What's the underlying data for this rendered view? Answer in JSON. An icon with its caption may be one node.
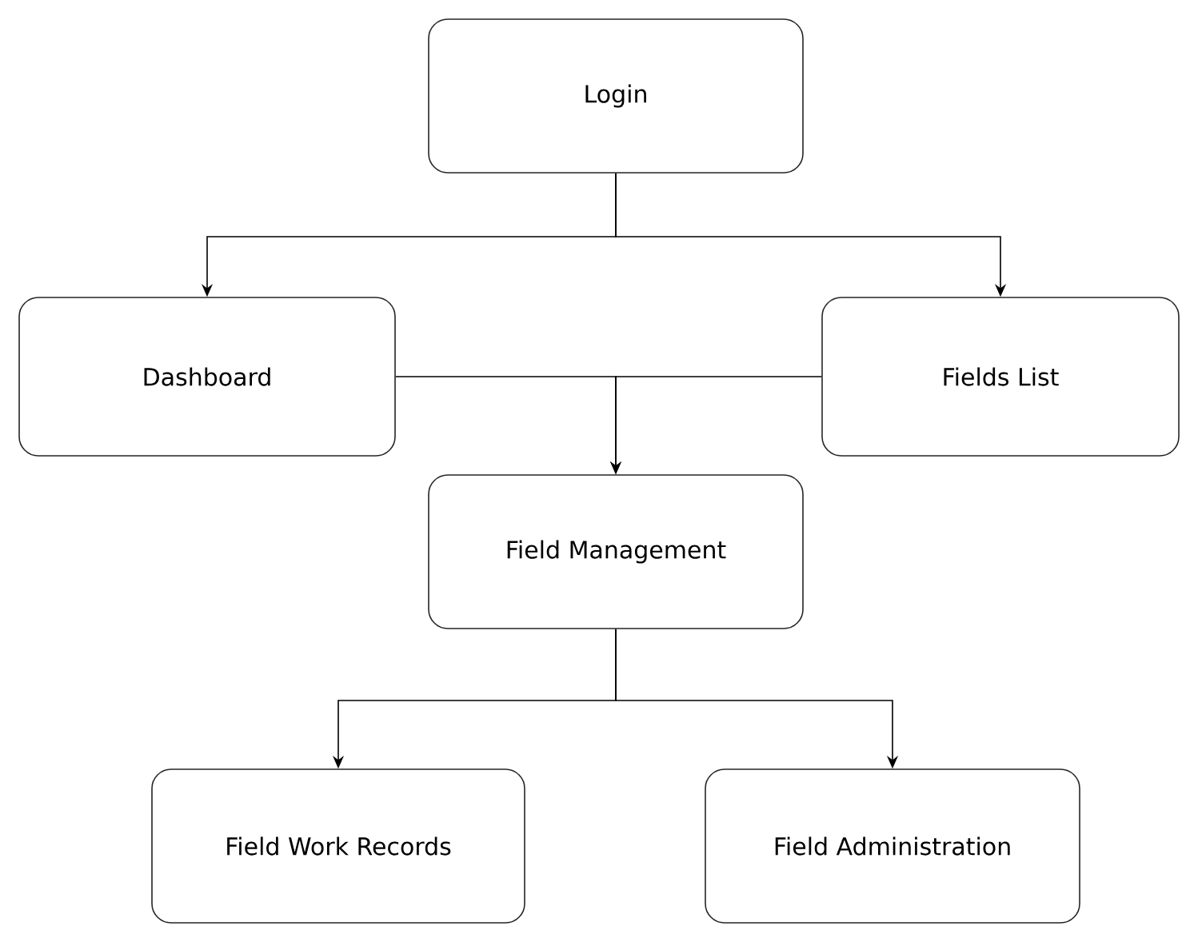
{
  "diagram": {
    "nodes": [
      {
        "text": [
          "Login"
        ]
      },
      {
        "text": [
          "Dashboard"
        ]
      },
      {
        "text": [
          "Fields List"
        ]
      },
      {
        "text": [
          "Field Management"
        ]
      },
      {
        "text": [
          "Field Work Records"
        ]
      },
      {
        "text": [
          "Field Administration"
        ]
      }
    ],
    "edges": [
      {
        "from": 0,
        "to": 1,
        "arrow": "to"
      },
      {
        "from": 0,
        "to": 2,
        "arrow": "to"
      },
      {
        "from": 1,
        "to": 3,
        "arrow": "to"
      },
      {
        "from": 2,
        "to": 3,
        "arrow": "to"
      },
      {
        "from": 3,
        "to": 4,
        "arrow": "to"
      },
      {
        "from": 3,
        "to": 5,
        "arrow": "to"
      }
    ]
  }
}
